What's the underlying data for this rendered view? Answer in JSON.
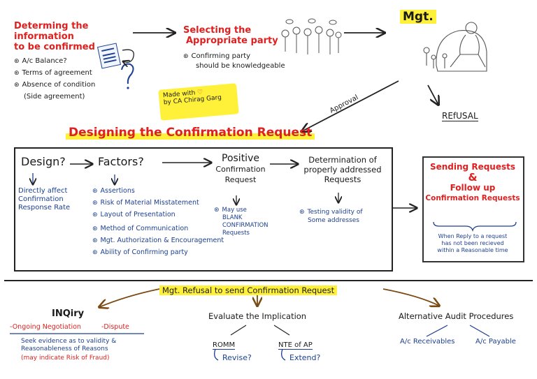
{
  "top": {
    "info_title_line1": "Determing the information",
    "info_title_line2": "to be confirmed",
    "info_items": [
      "A/c Balance?",
      "Terms of agreement",
      "Absence of condition",
      "(Side agreement)"
    ],
    "party_title_line1": "Selecting the",
    "party_title_line2": "Appropriate party",
    "party_note_line1": "Confirming party",
    "party_note_line2": "should be knowledgeable",
    "mgt_label": "Mgt.",
    "approval_label": "Approval",
    "refusal_label": "REfUSAL",
    "made_with_line1": "Made with",
    "made_with_line2": "by CA Chirag Garg"
  },
  "designing": {
    "title": "Designing the Confirmation Request",
    "design_label": "Design?",
    "design_note": [
      "Directly affect",
      "Confirmation",
      "Response Rate"
    ],
    "factors_label": "Factors?",
    "factors_items": [
      "Assertions",
      "Risk of Material Misstatement",
      "Layout of Presentation",
      "Method of Communication",
      "Mgt. Authorization & Encouragement",
      "Ability of Confirming party"
    ],
    "positive_label": [
      "Positive",
      "Confirmation",
      "Request"
    ],
    "positive_note": [
      "May use",
      "BLANK",
      "CONFIRMATION",
      "Requests"
    ],
    "determination_label": [
      "Determination of",
      "properly addressed",
      "Requests"
    ],
    "determination_note": [
      "Testing validity of",
      "Some addresses"
    ]
  },
  "sending": {
    "title_line1": "Sending Requests",
    "amp": "&",
    "title_line2": "Follow up",
    "title_line3": "Confirmation Requests",
    "note": [
      "When Reply to a request",
      "has not been recieved",
      "within a Reasonable time"
    ]
  },
  "refusal_section": {
    "title": "Mgt. Refusal to send Confirmation Request",
    "inquiry_label": "INQiry",
    "inquiry_items": [
      "-Ongoing Negotiation",
      "-Dispute"
    ],
    "inquiry_note": [
      "Seek evidence as to validity &",
      "Reasonableness of Reasons"
    ],
    "inquiry_fraud": "(may indicate Risk of Fraud)",
    "evaluate_label": "Evaluate the Implication",
    "romm_label": "ROMM",
    "romm_action": "Revise?",
    "nte_label": "NTE of AP",
    "nte_action": "Extend?",
    "alt_label": "Alternative Audit Procedures",
    "alt_items": [
      "A/c Receivables",
      "A/c Payable"
    ]
  },
  "colors": {
    "red": "#e01f1f",
    "blue": "#1c3f8f",
    "highlight": "#fff13a",
    "ink": "#222222"
  }
}
